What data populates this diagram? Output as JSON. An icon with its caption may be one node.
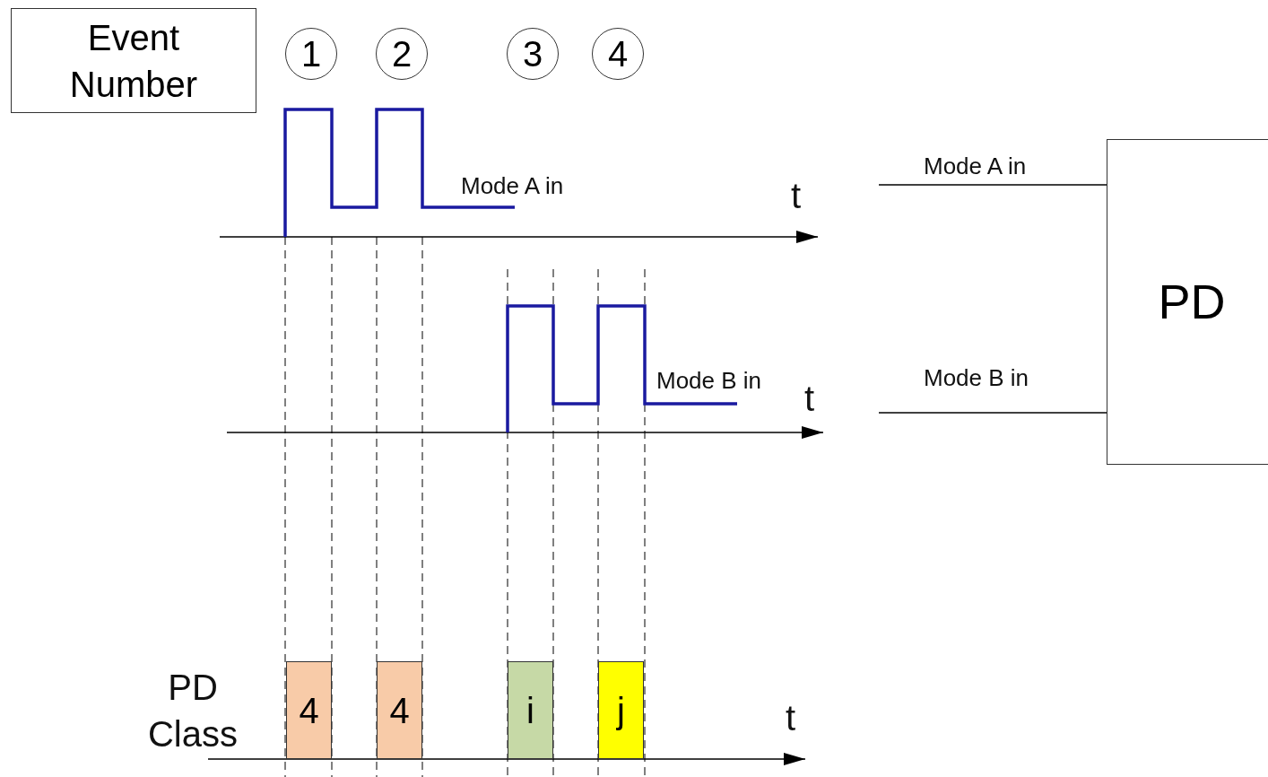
{
  "diagram": {
    "nodes": [
      {
        "text": [
          "Event Number"
        ]
      },
      {
        "text": [
          "1"
        ]
      },
      {
        "text": [
          "2"
        ]
      },
      {
        "text": [
          "3"
        ]
      },
      {
        "text": [
          "4"
        ]
      },
      {
        "text": [
          "PD"
        ]
      },
      {
        "text": [
          "4"
        ]
      },
      {
        "text": [
          "4"
        ]
      },
      {
        "text": [
          "i"
        ]
      },
      {
        "text": [
          "j"
        ]
      }
    ],
    "edges": [
      {
        "from": null,
        "to": 5,
        "arrow": "none",
        "label": "Mode A in"
      },
      {
        "from": null,
        "to": 5,
        "arrow": "none",
        "label": "Mode B in"
      }
    ],
    "labels": [
      "Mode A in",
      "t",
      "Mode B in",
      "t",
      "PD Class",
      "t"
    ]
  }
}
